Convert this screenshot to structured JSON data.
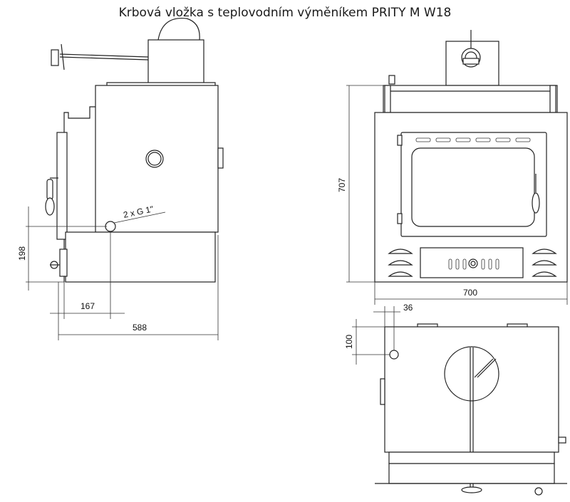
{
  "title": "Krbová vložka s teplovodním výměníkem PRITY M W18",
  "dimensions": {
    "height_front": "707",
    "width_front": "700",
    "depth_side": "588",
    "offset_side": "167",
    "height_connection": "198",
    "pipe_label": "2 x G 1\"",
    "top_offset_x": "36",
    "top_offset_y": "100"
  }
}
